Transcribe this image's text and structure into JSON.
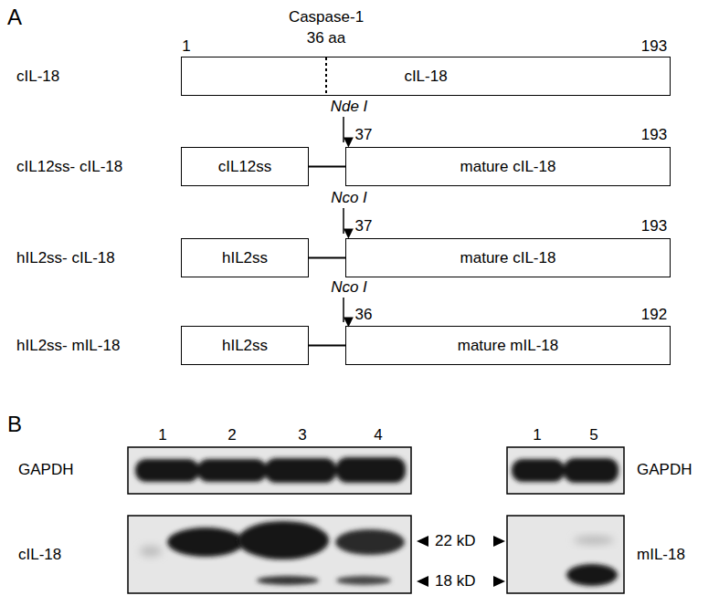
{
  "diagram": {
    "nodes": [
      {
        "text": [
          "cIL-18"
        ]
      },
      {
        "text": [
          "cIL12ss"
        ]
      },
      {
        "text": [
          "mature cIL-18"
        ]
      },
      {
        "text": [
          "hIL2ss"
        ]
      },
      {
        "text": [
          "mature cIL-18"
        ]
      },
      {
        "text": [
          "hIL2ss"
        ]
      },
      {
        "text": [
          "mature mIL-18"
        ]
      }
    ],
    "edges": [
      {
        "from": 1,
        "to": 2,
        "arrow": "none"
      },
      {
        "from": 3,
        "to": 4,
        "arrow": "none"
      },
      {
        "from": 5,
        "to": 6,
        "arrow": "none"
      }
    ],
    "labels": [
      "A",
      "Caspase-1",
      "36 aa",
      "1",
      "193",
      "cIL-18",
      "Nde I",
      "37",
      "193",
      "cIL12ss- cIL-18",
      "Nco I",
      "37",
      "193",
      "hIL2ss- cIL-18",
      "Nco I",
      "36",
      "192",
      "hIL2ss- mIL-18",
      "B",
      "1",
      "2",
      "3",
      "4",
      "1",
      "5",
      "GAPDH",
      "GAPDH",
      "cIL-18",
      "22 kD",
      "18 kD",
      "mIL-18"
    ]
  }
}
